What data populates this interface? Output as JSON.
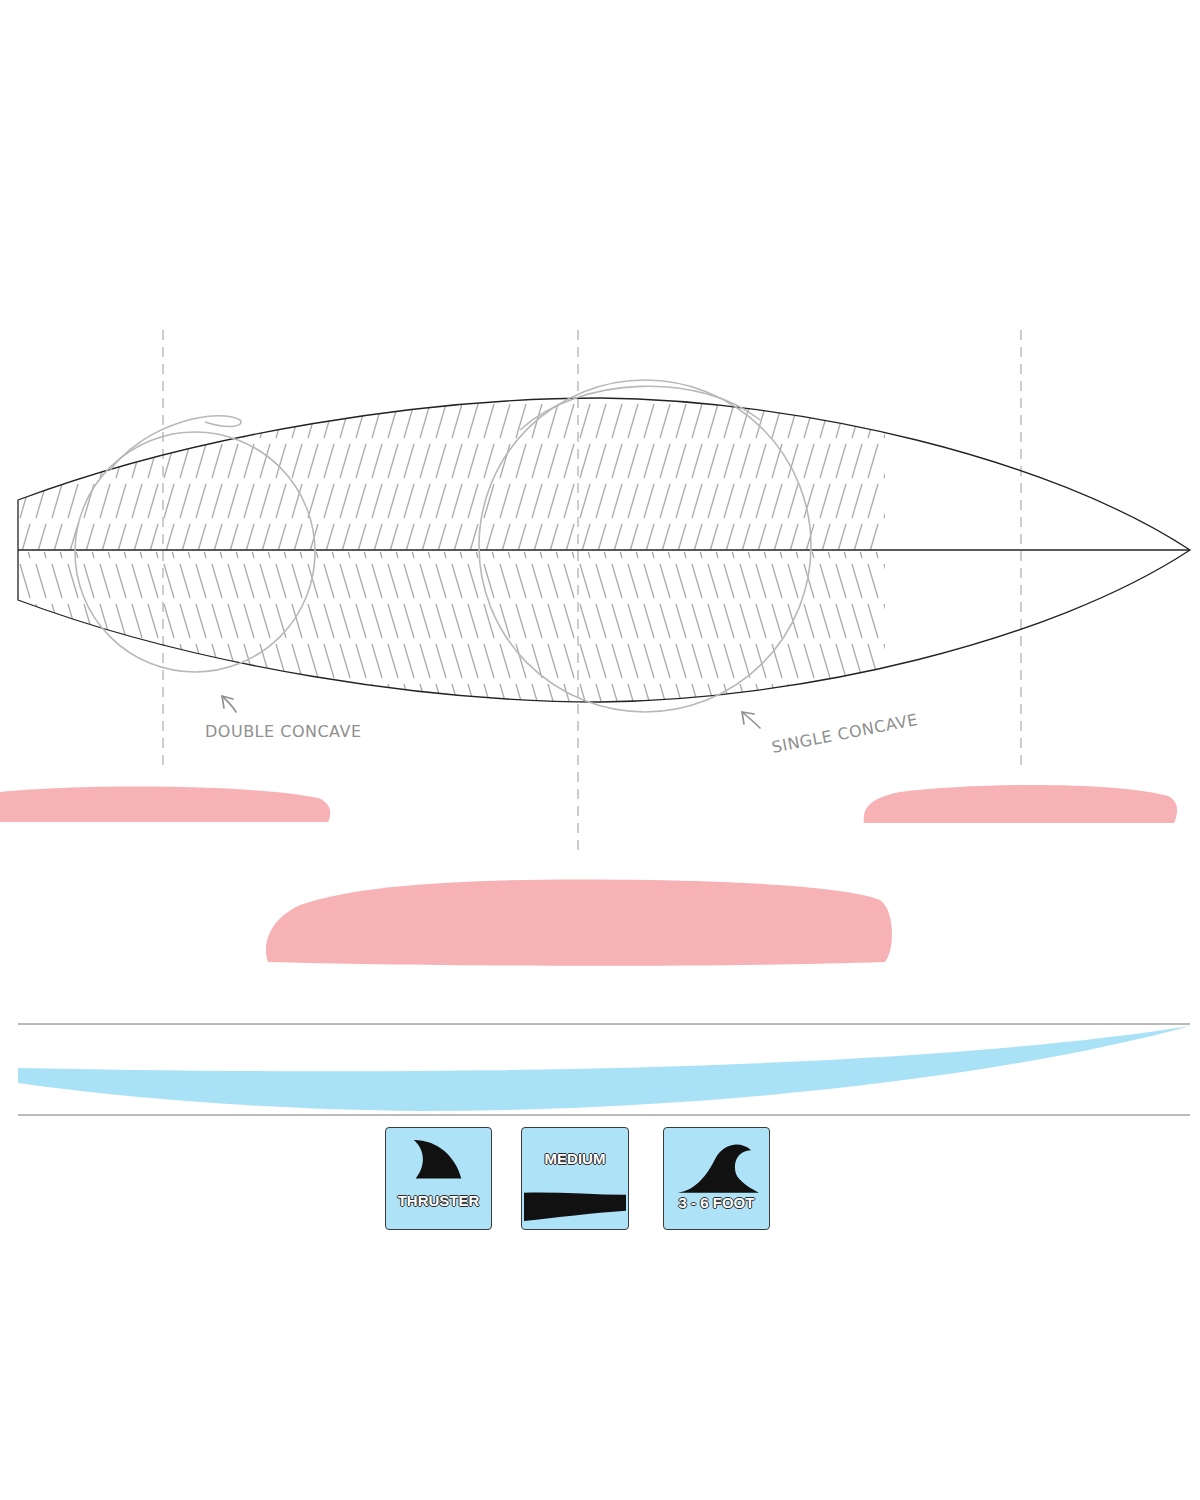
{
  "diagram": {
    "nodes": [
      {
        "text": [
          "THRUSTER"
        ]
      },
      {
        "text": [
          "MEDIUM"
        ]
      },
      {
        "text": [
          "3 - 6 FOOT"
        ]
      }
    ],
    "labels": [
      "DOUBLE CONCAVE",
      "SINGLE CONCAVE"
    ]
  }
}
